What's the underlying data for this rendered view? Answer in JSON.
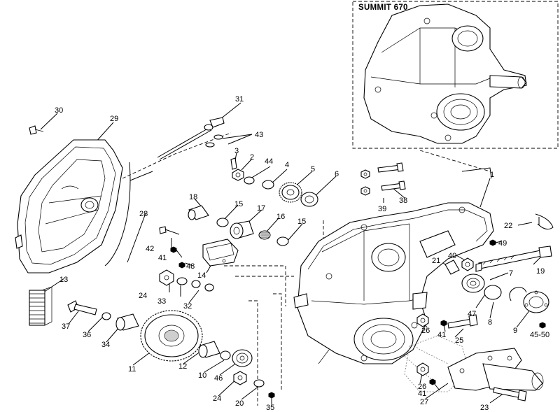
{
  "inset_title": "SUMMIT 670",
  "callouts": [
    {
      "label": "1"
    },
    {
      "label": "2"
    },
    {
      "label": "3"
    },
    {
      "label": "4"
    },
    {
      "label": "5"
    },
    {
      "label": "6"
    },
    {
      "label": "7"
    },
    {
      "label": "8"
    },
    {
      "label": "9"
    },
    {
      "label": "10"
    },
    {
      "label": "11"
    },
    {
      "label": "12"
    },
    {
      "label": "13"
    },
    {
      "label": "14"
    },
    {
      "label": "15"
    },
    {
      "label": "15"
    },
    {
      "label": "16"
    },
    {
      "label": "17"
    },
    {
      "label": "18"
    },
    {
      "label": "19"
    },
    {
      "label": "20"
    },
    {
      "label": "21"
    },
    {
      "label": "22"
    },
    {
      "label": "23"
    },
    {
      "label": "24"
    },
    {
      "label": "24"
    },
    {
      "label": "25"
    },
    {
      "label": "26"
    },
    {
      "label": "26"
    },
    {
      "label": "27"
    },
    {
      "label": "28"
    },
    {
      "label": "29"
    },
    {
      "label": "30"
    },
    {
      "label": "31"
    },
    {
      "label": "32"
    },
    {
      "label": "33"
    },
    {
      "label": "34"
    },
    {
      "label": "35"
    },
    {
      "label": "36"
    },
    {
      "label": "37"
    },
    {
      "label": "38"
    },
    {
      "label": "39"
    },
    {
      "label": "40"
    },
    {
      "label": "41"
    },
    {
      "label": "41"
    },
    {
      "label": "41"
    },
    {
      "label": "42"
    },
    {
      "label": "43"
    },
    {
      "label": "44"
    },
    {
      "label": "45-50"
    },
    {
      "label": "46"
    },
    {
      "label": "47"
    },
    {
      "label": "48"
    },
    {
      "label": "49"
    }
  ]
}
